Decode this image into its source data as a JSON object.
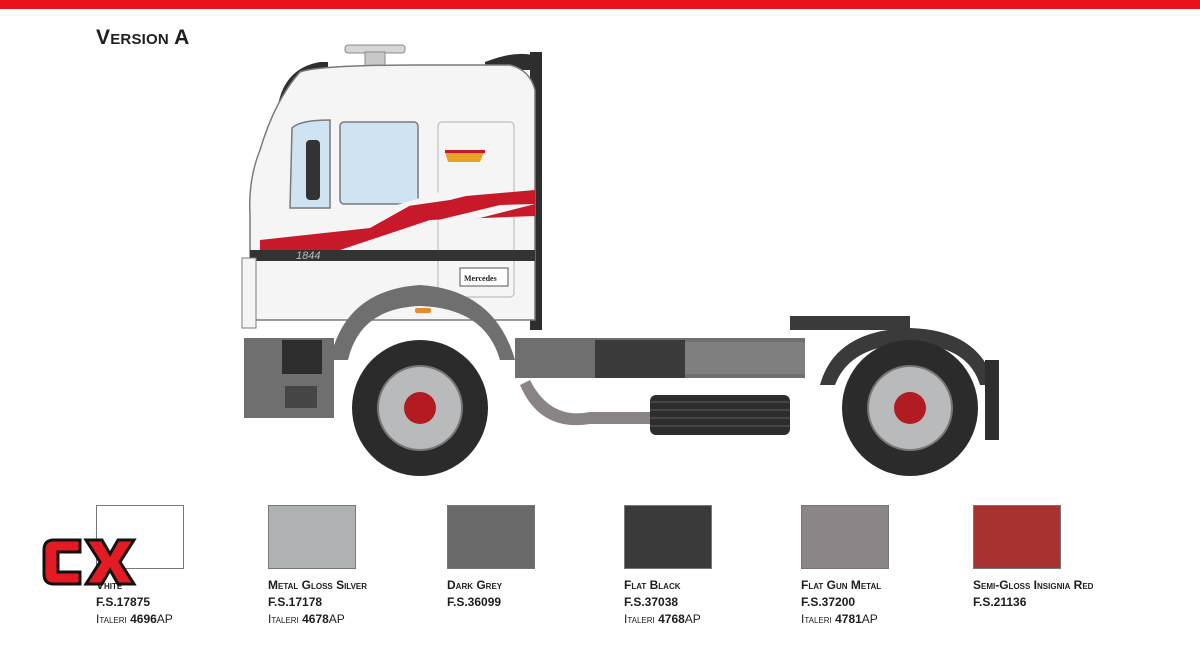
{
  "header": {
    "title": "Version A"
  },
  "truck": {
    "cab_number": "1844",
    "door_badge": "Mercedes",
    "colors": {
      "cab": "#f4f4f4",
      "stripe": "#c8192b",
      "chassis": "#6f6f70",
      "tire": "#2b2b2b",
      "hub": "#b31b22",
      "wheel": "#b9babb"
    }
  },
  "swatches": [
    {
      "name": "White",
      "name_visible": "Vhite",
      "fs": "F.S.17875",
      "brand": "Italeri",
      "code_num": "4696",
      "code_suffix": "AP",
      "color": "#ffffff"
    },
    {
      "name": "Metal Gloss Silver",
      "fs": "F.S.17178",
      "brand": "Italeri",
      "code_num": "4678",
      "code_suffix": "AP",
      "color": "#aeb2b3"
    },
    {
      "name": "Dark Grey",
      "fs": "F.S.36099",
      "brand": "",
      "code_num": "",
      "code_suffix": "",
      "color": "#6a6a6b"
    },
    {
      "name": "Flat Black",
      "fs": "F.S.37038",
      "brand": "Italeri",
      "code_num": "4768",
      "code_suffix": "AP",
      "color": "#3a3a3b"
    },
    {
      "name": "Flat Gun Metal",
      "fs": "F.S.37200",
      "brand": "Italeri",
      "code_num": "4781",
      "code_suffix": "AP",
      "color": "#8b8587"
    },
    {
      "name": "Semi-Gloss Insignia Red",
      "fs": "F.S.21136",
      "brand": "",
      "code_num": "",
      "code_suffix": "",
      "color": "#a83232"
    }
  ],
  "logo": {
    "text": "CX",
    "colors": {
      "red": "#e41b23",
      "black": "#111111"
    }
  }
}
